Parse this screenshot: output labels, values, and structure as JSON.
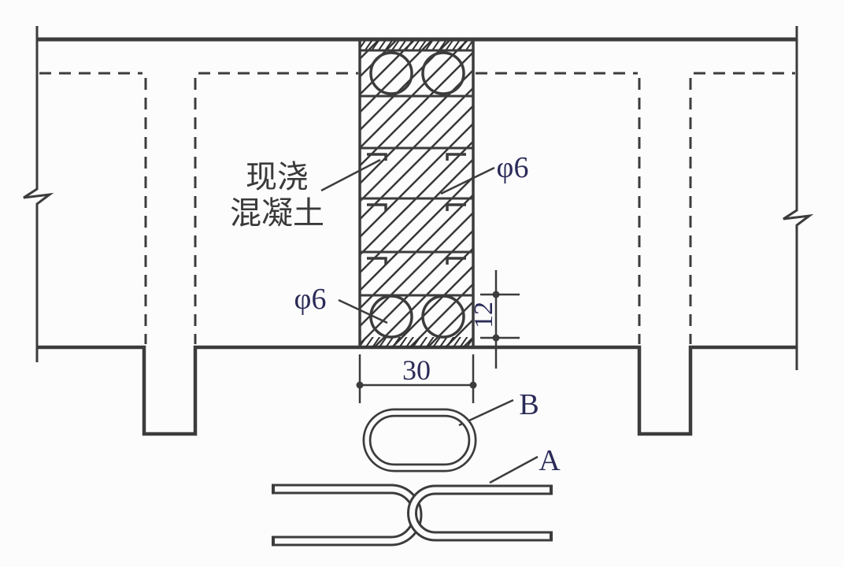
{
  "diagram": {
    "type": "precast-slab-joint-construction-detail",
    "annotations": {
      "cast_in_place_label_line1": "现浇",
      "cast_in_place_label_line2": "混凝土",
      "top_rebar_label": "φ6",
      "bottom_rebar_label": "φ6",
      "joint_width_dim": "30",
      "loop_height_dim": "12",
      "loop_bar_label": "B",
      "hook_bar_label": "A"
    },
    "colors": {
      "line": "#3c3c3c",
      "label": "#2b2b58",
      "text": "#3a3a3a",
      "background": "#fcfcfc"
    }
  }
}
